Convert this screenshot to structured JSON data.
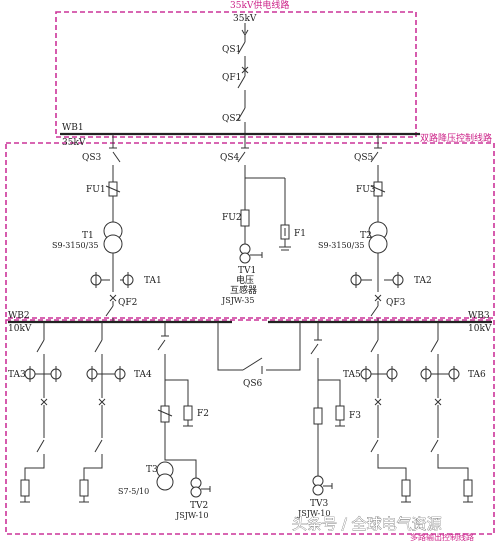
{
  "regions": {
    "supply_label": "35kV供电线路",
    "dual_label": "双路降压控制线路",
    "output_label": "多路输出控制线路"
  },
  "top": {
    "source_voltage": "35kV",
    "qs1": "QS1",
    "qf1": "QF1",
    "qs2": "QS2"
  },
  "bus35": {
    "name": "WB1",
    "voltage": "35kV"
  },
  "mid": {
    "qs3": "QS3",
    "qs4": "QS4",
    "qs5": "QS5",
    "fu1": "FU1",
    "fu2": "FU2",
    "fu3": "FU3",
    "t1": "T1",
    "t1_model": "S9-3150/35",
    "t2": "T2",
    "t2_model": "S9-3150/35",
    "f1": "F1",
    "tv1": "TV1",
    "tv1_line2": "电压",
    "tv1_line3": "互感器",
    "tv1_model": "JSJW-35",
    "ta1": "TA1",
    "ta2": "TA2",
    "qf2": "QF2",
    "qf3": "QF3"
  },
  "bus10_left": {
    "name": "WB2",
    "voltage": "10kV"
  },
  "bus10_right": {
    "name": "WB3",
    "voltage": "10kV"
  },
  "bottom": {
    "ta3": "TA3",
    "ta4": "TA4",
    "ta5": "TA5",
    "ta6": "TA6",
    "qs6": "QS6",
    "f2": "F2",
    "f3": "F3",
    "t3": "T3",
    "t3_model": "S7-5/10",
    "tv2": "TV2",
    "tv2_model": "JSJW-10",
    "tv3": "TV3",
    "tv3_model": "JSJW-10"
  },
  "watermark": "头条号 / 全球电气资源",
  "colors": {
    "frame": "#cc3399",
    "line": "#333333"
  }
}
